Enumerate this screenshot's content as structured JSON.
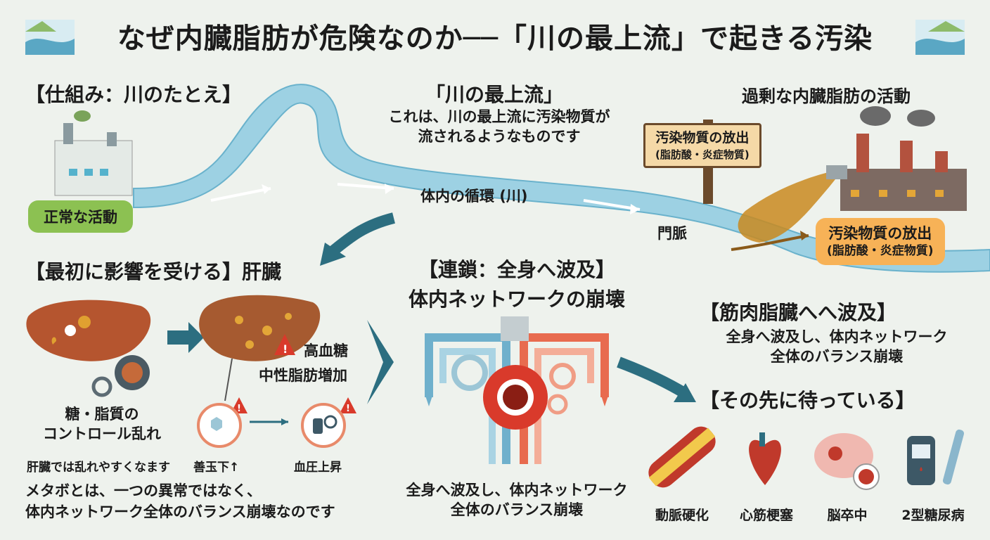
{
  "title": "なぜ内臓脂肪が危険なのか──「川の最上流」で起きる汚染",
  "mechanism": {
    "heading": "【仕組み：川のたとえ】",
    "normal_label": "正常な活動"
  },
  "upstream": {
    "heading": "「川の最上流」",
    "desc_line1": "これは、川の最上流に汚染物質が",
    "desc_line2": "流されるようなものです"
  },
  "excess": {
    "heading": "過剰な内臓脂肪の活動",
    "sign_line1": "汚染物質の放出",
    "sign_line2": "(脂肪酸・炎症物質)",
    "box_line1": "汚染物質の放出",
    "box_line2": "(脂肪酸・炎症物質)"
  },
  "river": {
    "circulation_label": "体内の循環 (川)",
    "portal_label": "門脈"
  },
  "liver": {
    "heading": "【最初に影響を受ける】肝臓",
    "disorder_line1": "糖・脂質の",
    "disorder_line2": "コントロール乱れ",
    "disorder_note": "肝臓では乱れやすくなます",
    "hyperglycemia": "高血糖",
    "triglyceride": "中性脂肪増加",
    "cholesterol": "善玉下↑",
    "blood_pressure": "血圧上昇"
  },
  "metabo": {
    "line1": "メタボとは、一つの異常ではなく、",
    "line2": "体内ネットワーク全体のバランス崩壊なのです"
  },
  "chain": {
    "heading_line1": "【連鎖：全身へ波及】",
    "heading_line2": "体内ネットワークの崩壊",
    "bottom_line1": "全身へ波及し、体内ネットワーク",
    "bottom_line2": "全体のバランス崩壊"
  },
  "muscle": {
    "heading": "【筋肉脂臓へへ波及】",
    "line1": "全身へ波及し、体内ネットワーク",
    "line2": "全体のバランス崩壊"
  },
  "future": {
    "heading": "【その先に待っている】",
    "diseases": [
      "動脈硬化",
      "心筋梗塞",
      "脳卒中",
      "2型糖尿病"
    ]
  },
  "colors": {
    "river": "#8ec9dd",
    "river_dark": "#5aa7c4",
    "arrow_teal": "#2c6e80",
    "pollution": "#c98a1f",
    "liver": "#a0522d",
    "warning": "#d93a2b",
    "green_badge": "#8cc152",
    "orange_box": "#f7b257"
  },
  "icons": [
    "river-landscape-icon",
    "factory-icon",
    "liver-icon",
    "gear-icon",
    "warning-icon",
    "blood-pressure-monitor-icon",
    "artery-icon",
    "heart-icon",
    "brain-icon",
    "glucose-meter-icon"
  ]
}
